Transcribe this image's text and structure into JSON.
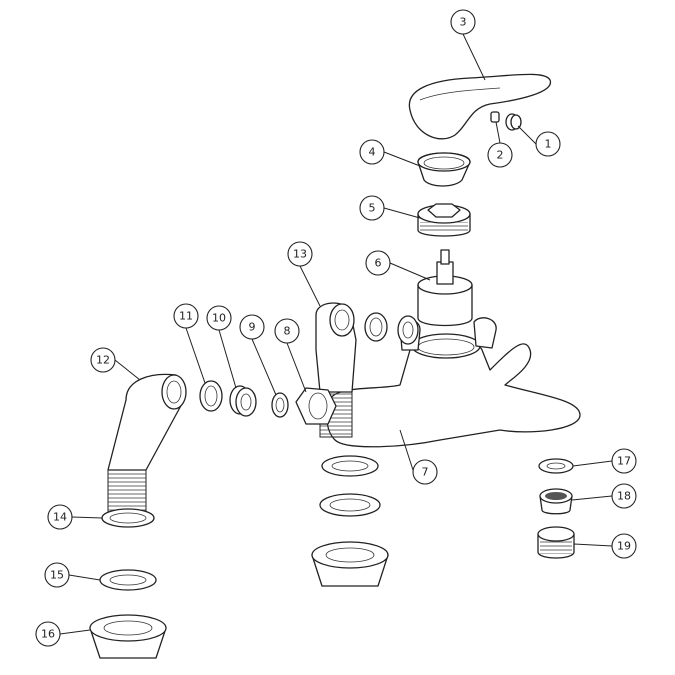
{
  "diagram": {
    "type": "exploded parts diagram",
    "callouts": [
      "1",
      "2",
      "3",
      "4",
      "5",
      "6",
      "7",
      "8",
      "9",
      "10",
      "11",
      "12",
      "13",
      "14",
      "15",
      "16",
      "17",
      "18",
      "19"
    ],
    "line_color": "#222222",
    "background": "#ffffff"
  }
}
